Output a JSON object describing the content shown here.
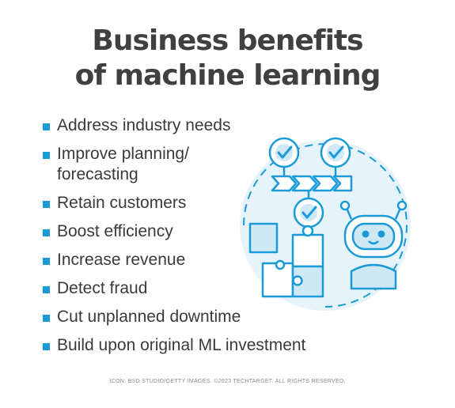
{
  "title": {
    "line1": "Business benefits",
    "line2": "of machine learning"
  },
  "benefits": [
    {
      "line1": "Address industry needs",
      "line2": ""
    },
    {
      "line1": "Improve planning/",
      "line2": "forecasting"
    },
    {
      "line1": "Retain customers",
      "line2": ""
    },
    {
      "line1": "Boost efficiency",
      "line2": ""
    },
    {
      "line1": "Increase revenue",
      "line2": ""
    },
    {
      "line1": "Detect fraud",
      "line2": ""
    },
    {
      "line1": "Cut unplanned downtime",
      "line2": ""
    },
    {
      "line1": "Build upon original ML investment",
      "line2": ""
    }
  ],
  "credit": "ICON: BSD STUDIO/GETTY IMAGES. ©2023 TECHTARGET. ALL RIGHTS RESERVED.",
  "colors": {
    "accent": "#1a9bd7",
    "circle_fill": "#e6f3fa",
    "title": "#404040",
    "text": "#3a3a3a"
  },
  "illustration": {
    "icons": [
      "check-circle-icon",
      "chevron-flow-icon",
      "puzzle-icon",
      "robot-icon"
    ]
  }
}
